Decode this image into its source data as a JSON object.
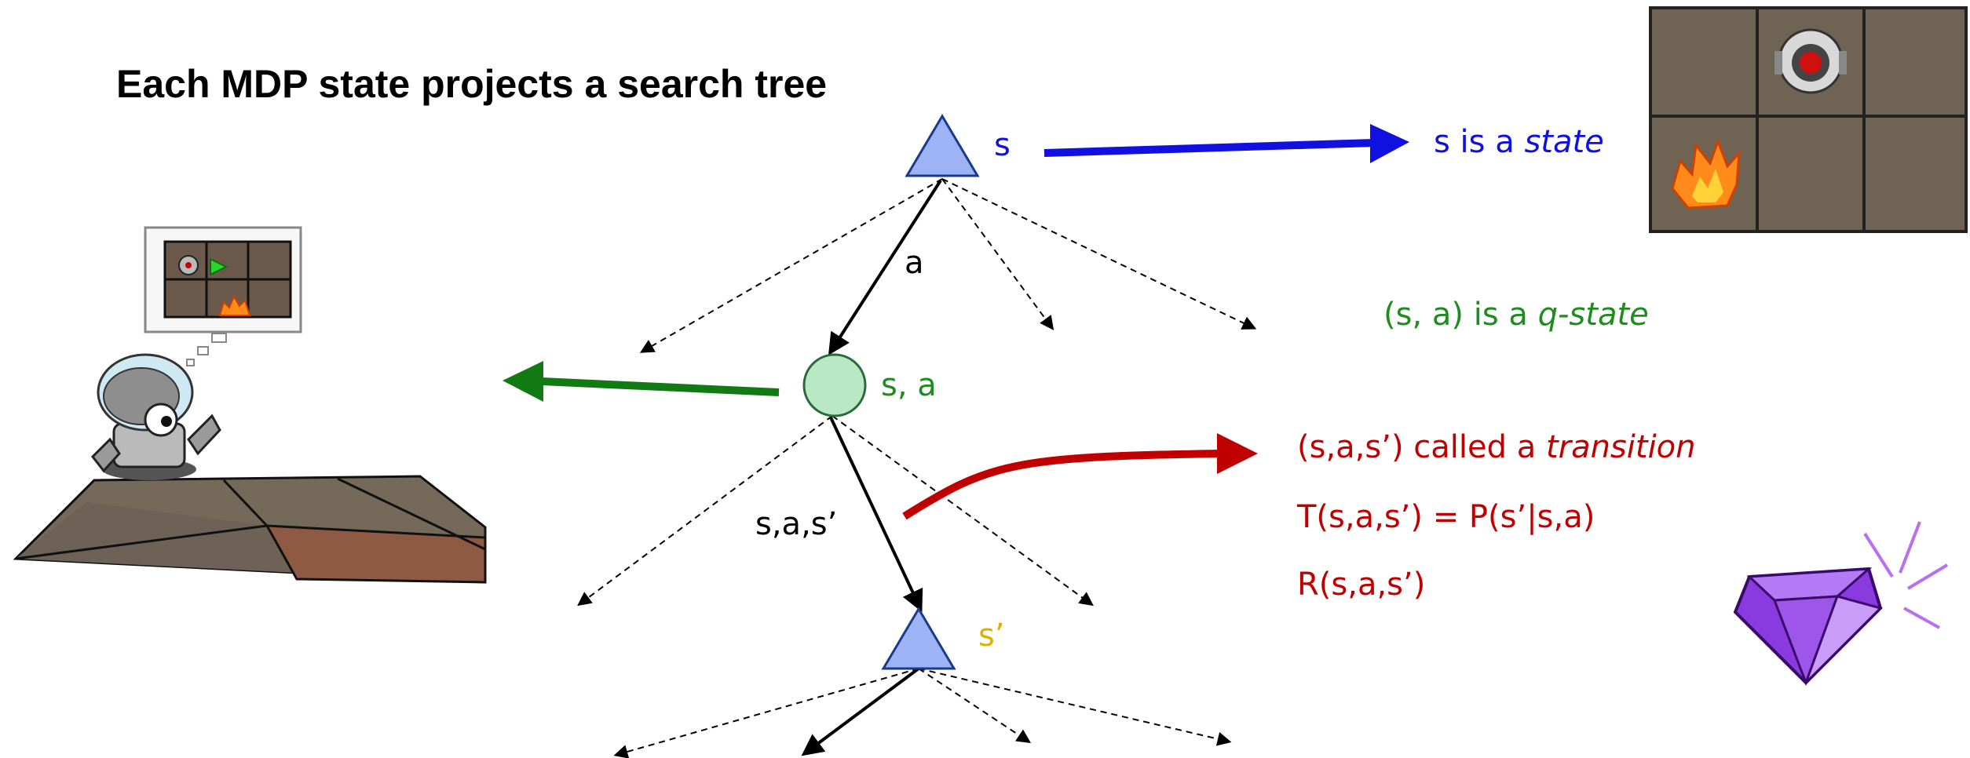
{
  "title": "Each MDP state projects a search tree",
  "nodes": {
    "s_label": "s",
    "sa_label": "s, a",
    "sprime_label": "s’",
    "edge_a_label": "a",
    "edge_sas_label": "s,a,s’"
  },
  "annotations": {
    "state": {
      "prefix": "s is a ",
      "term": "state"
    },
    "qstate": {
      "prefix": "(s, a) is a ",
      "term": "q-state"
    },
    "transition": {
      "prefix": "(s,a,s’) called a ",
      "term": "transition"
    },
    "prob": "T(s,a,s’) = P(s’|s,a)",
    "reward": "R(s,a,s’)"
  },
  "colors": {
    "state": "#1010e0",
    "qstate": "#1e8c1e",
    "transition": "#c00000",
    "sprime": "#e0b000",
    "triangle_fill": "#9db3f5",
    "circle_fill": "#b8e8c4",
    "arrow_green": "#127a12",
    "arrow_red": "#c00000",
    "arrow_blue": "#1010e0"
  },
  "icons": {
    "robot": "robot-icon",
    "grid": "gridworld-icon",
    "gem": "gem-icon"
  }
}
